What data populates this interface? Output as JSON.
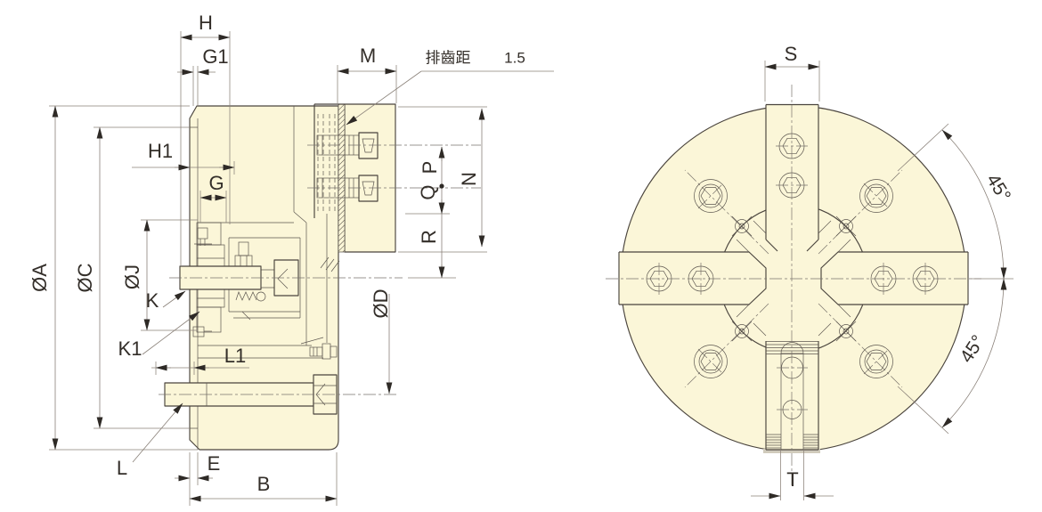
{
  "colors": {
    "part_fill": "#fbf6d8",
    "outline": "#4a443d",
    "dimension_line": "#8a8179",
    "text": "#332e29"
  },
  "annotations": {
    "pitch_label": "排齒距",
    "pitch_value": "1.5"
  },
  "dimensions": {
    "h": "H",
    "g1": "G1",
    "m": "M",
    "h1": "H1",
    "g": "G",
    "dia_a": "ØA",
    "dia_c": "ØC",
    "dia_j": "ØJ",
    "k": "K",
    "k1": "K1",
    "l1": "L1",
    "dia_d": "ØD",
    "p": "P",
    "q": "Q",
    "n": "N",
    "r": "R",
    "l": "L",
    "e": "E",
    "b": "B",
    "s": "S",
    "t": "T",
    "angle_right_upper": "45°",
    "angle_right_lower": "45°"
  }
}
